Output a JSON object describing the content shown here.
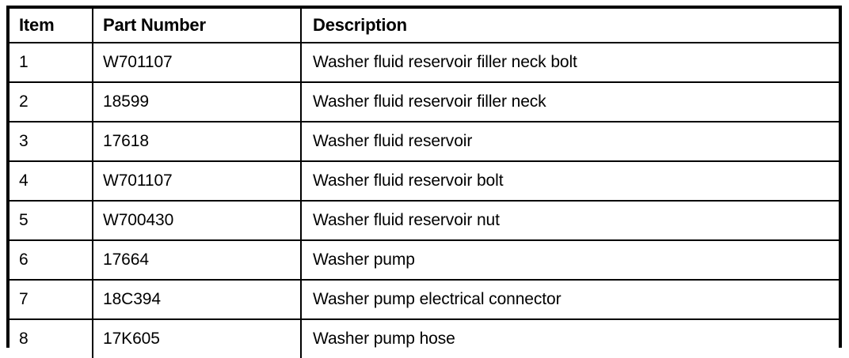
{
  "document": {
    "type": "parts-list-table",
    "background_color": "#ffffff",
    "text_color": "#000000",
    "border_color": "#000000"
  },
  "table": {
    "columns": [
      {
        "key": "item",
        "label": "Item"
      },
      {
        "key": "part_number",
        "label": "Part Number"
      },
      {
        "key": "description",
        "label": "Description"
      }
    ],
    "rows": [
      {
        "item": "1",
        "part_number": "W701107",
        "description": "Washer fluid reservoir filler neck bolt"
      },
      {
        "item": "2",
        "part_number": "18599",
        "description": "Washer fluid reservoir filler neck"
      },
      {
        "item": "3",
        "part_number": "17618",
        "description": "Washer fluid reservoir"
      },
      {
        "item": "4",
        "part_number": "W701107",
        "description": "Washer fluid reservoir bolt"
      },
      {
        "item": "5",
        "part_number": "W700430",
        "description": "Washer fluid reservoir nut"
      },
      {
        "item": "6",
        "part_number": "17664",
        "description": "Washer pump"
      },
      {
        "item": "7",
        "part_number": "18C394",
        "description": "Washer pump electrical connector"
      },
      {
        "item": "8",
        "part_number": "17K605",
        "description": "Washer pump hose"
      }
    ]
  }
}
